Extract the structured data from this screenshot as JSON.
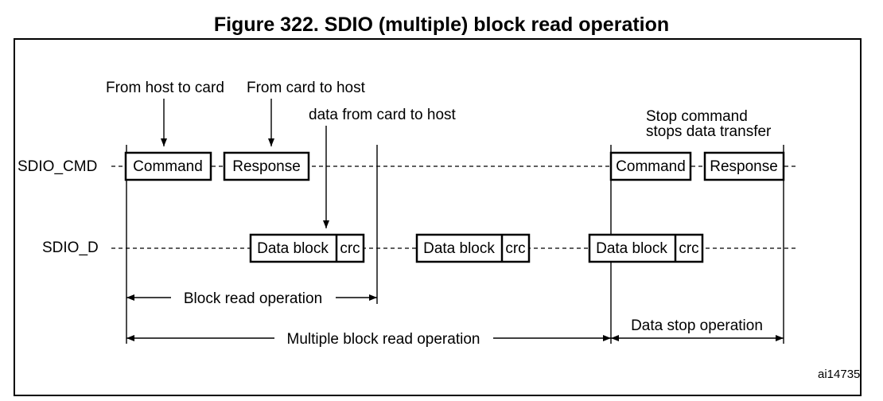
{
  "title": "Figure 322. SDIO (multiple) block read operation",
  "annotations": {
    "host_to_card": "From host to card",
    "card_to_host": "From card to host",
    "data_card_to_host": "data from card to host",
    "stop_line1": "Stop command",
    "stop_line2": "stops data transfer"
  },
  "signals": {
    "cmd": "SDIO_CMD",
    "data": "SDIO_D"
  },
  "boxes": {
    "command": "Command",
    "response": "Response",
    "data_block": "Data block",
    "crc": "crc"
  },
  "spans": {
    "block_read": "Block read operation",
    "multiple_block_read": "Multiple block read operation",
    "data_stop": "Data stop operation"
  },
  "figure_id": "ai14735"
}
